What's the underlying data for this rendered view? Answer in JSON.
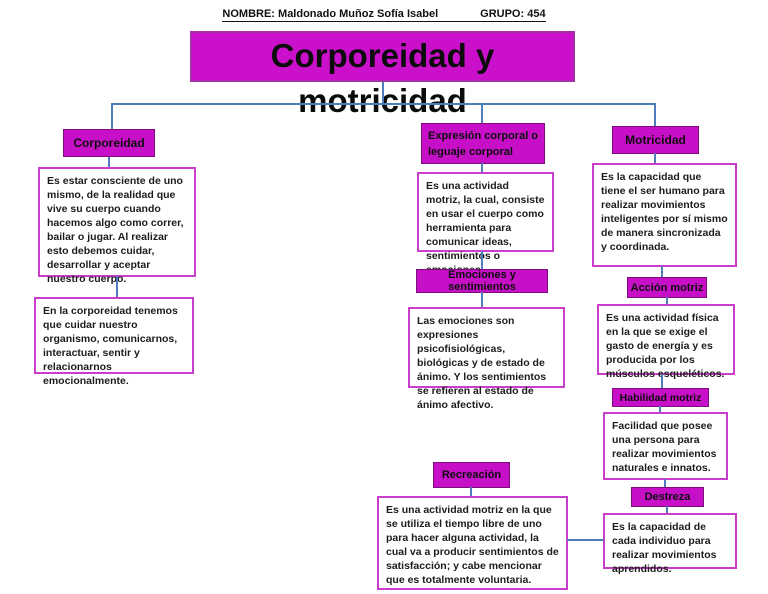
{
  "page_header": {
    "name": "NOMBRE: Maldonado Muñoz Sofía Isabel",
    "group": "GRUPO: 454"
  },
  "title": "Corporeidad y motricidad",
  "nodes": {
    "corporeidad": {
      "header": "Corporeidad",
      "desc1": "Es estar consciente de uno mismo, de la realidad que vive su cuerpo cuando hacemos algo como correr, bailar o jugar. Al realizar esto debemos cuidar, desarrollar y aceptar nuestro cuerpo.",
      "desc2": "En la corporeidad tenemos que cuidar nuestro organismo, comunicarnos, interactuar, sentir y relacionarnos emocionalmente."
    },
    "expresion": {
      "header": "Expresión corporal o leguaje corporal",
      "desc": "Es una actividad motriz, la cual, consiste en usar el cuerpo como herramienta para comunicar ideas, sentimientos o emociones."
    },
    "emociones": {
      "header": "Emociones y sentimientos",
      "desc": "Las emociones son expresiones psicofisiológicas, biológicas y de estado de ánimo. Y los sentimientos se refieren al estado de ánimo afectivo."
    },
    "motricidad": {
      "header": "Motricidad",
      "desc": "Es la capacidad que tiene el ser humano para realizar movimientos inteligentes por sí mismo de manera sincronizada y coordinada."
    },
    "accion_motriz": {
      "header": "Acción motriz",
      "desc": "Es una actividad física en la que se exige el gasto de energía y es producida por los músculos esqueléticos."
    },
    "habilidad_motriz": {
      "header": "Habilidad motriz",
      "desc": "Facilidad que posee una persona para realizar movimientos naturales e innatos."
    },
    "destreza": {
      "header": "Destreza",
      "desc": "Es la capacidad de cada individuo para realizar movimientos aprendidos."
    },
    "recreacion": {
      "header": "Recreación",
      "desc": "Es una actividad motriz en la que se utiliza el tiempo libre de uno para hacer alguna actividad, la cual va a producir sentimientos de satisfacción; y cabe mencionar que es totalmente voluntaria."
    }
  },
  "colors": {
    "node_fill": "#cb10cb",
    "node_border": "#7e0e7e",
    "title_border": "#a52fa5",
    "textbox_border": "#cb3ecb",
    "connector": "#4f7dbb",
    "text": "#1c1c1c"
  }
}
